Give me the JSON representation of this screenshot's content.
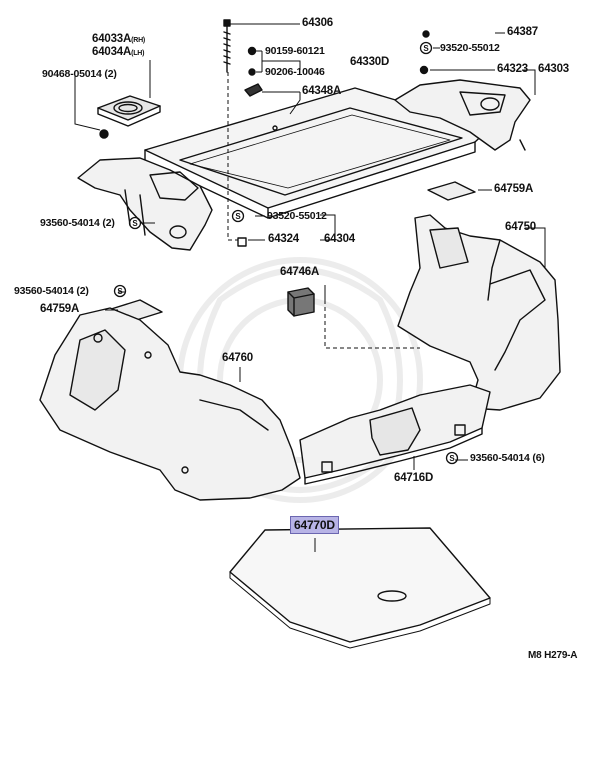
{
  "labels": {
    "p64306": "64306",
    "p64387": "64387",
    "p64033a": "64033A",
    "p64034a": "64034A",
    "rh": "(RH)",
    "lh": "(LH)",
    "p90468": "90468-05014 (2)",
    "p90159": "90159-60121",
    "p90206": "90206-10046",
    "p64330d": "64330D",
    "p64348a": "64348A",
    "p93520_top": "93520-55012",
    "p64323": "64323",
    "p64303": "64303",
    "p64759a_r": "64759A",
    "p93560_l1": "93560-54014 (2)",
    "p93520_mid": "93520-55012",
    "p64324": "64324",
    "p64304": "64304",
    "p64750": "64750",
    "p64746a": "64746A",
    "p93560_l2": "93560-54014 (2)",
    "p64759a_l": "64759A",
    "p64760": "64760",
    "p93560_r": "93560-54014 (6)",
    "p64716d": "64716D",
    "p64770d": "64770D",
    "ref": "M8 H279-A"
  },
  "screw_symbol": "S",
  "highlight_color": "#b8b4e6"
}
